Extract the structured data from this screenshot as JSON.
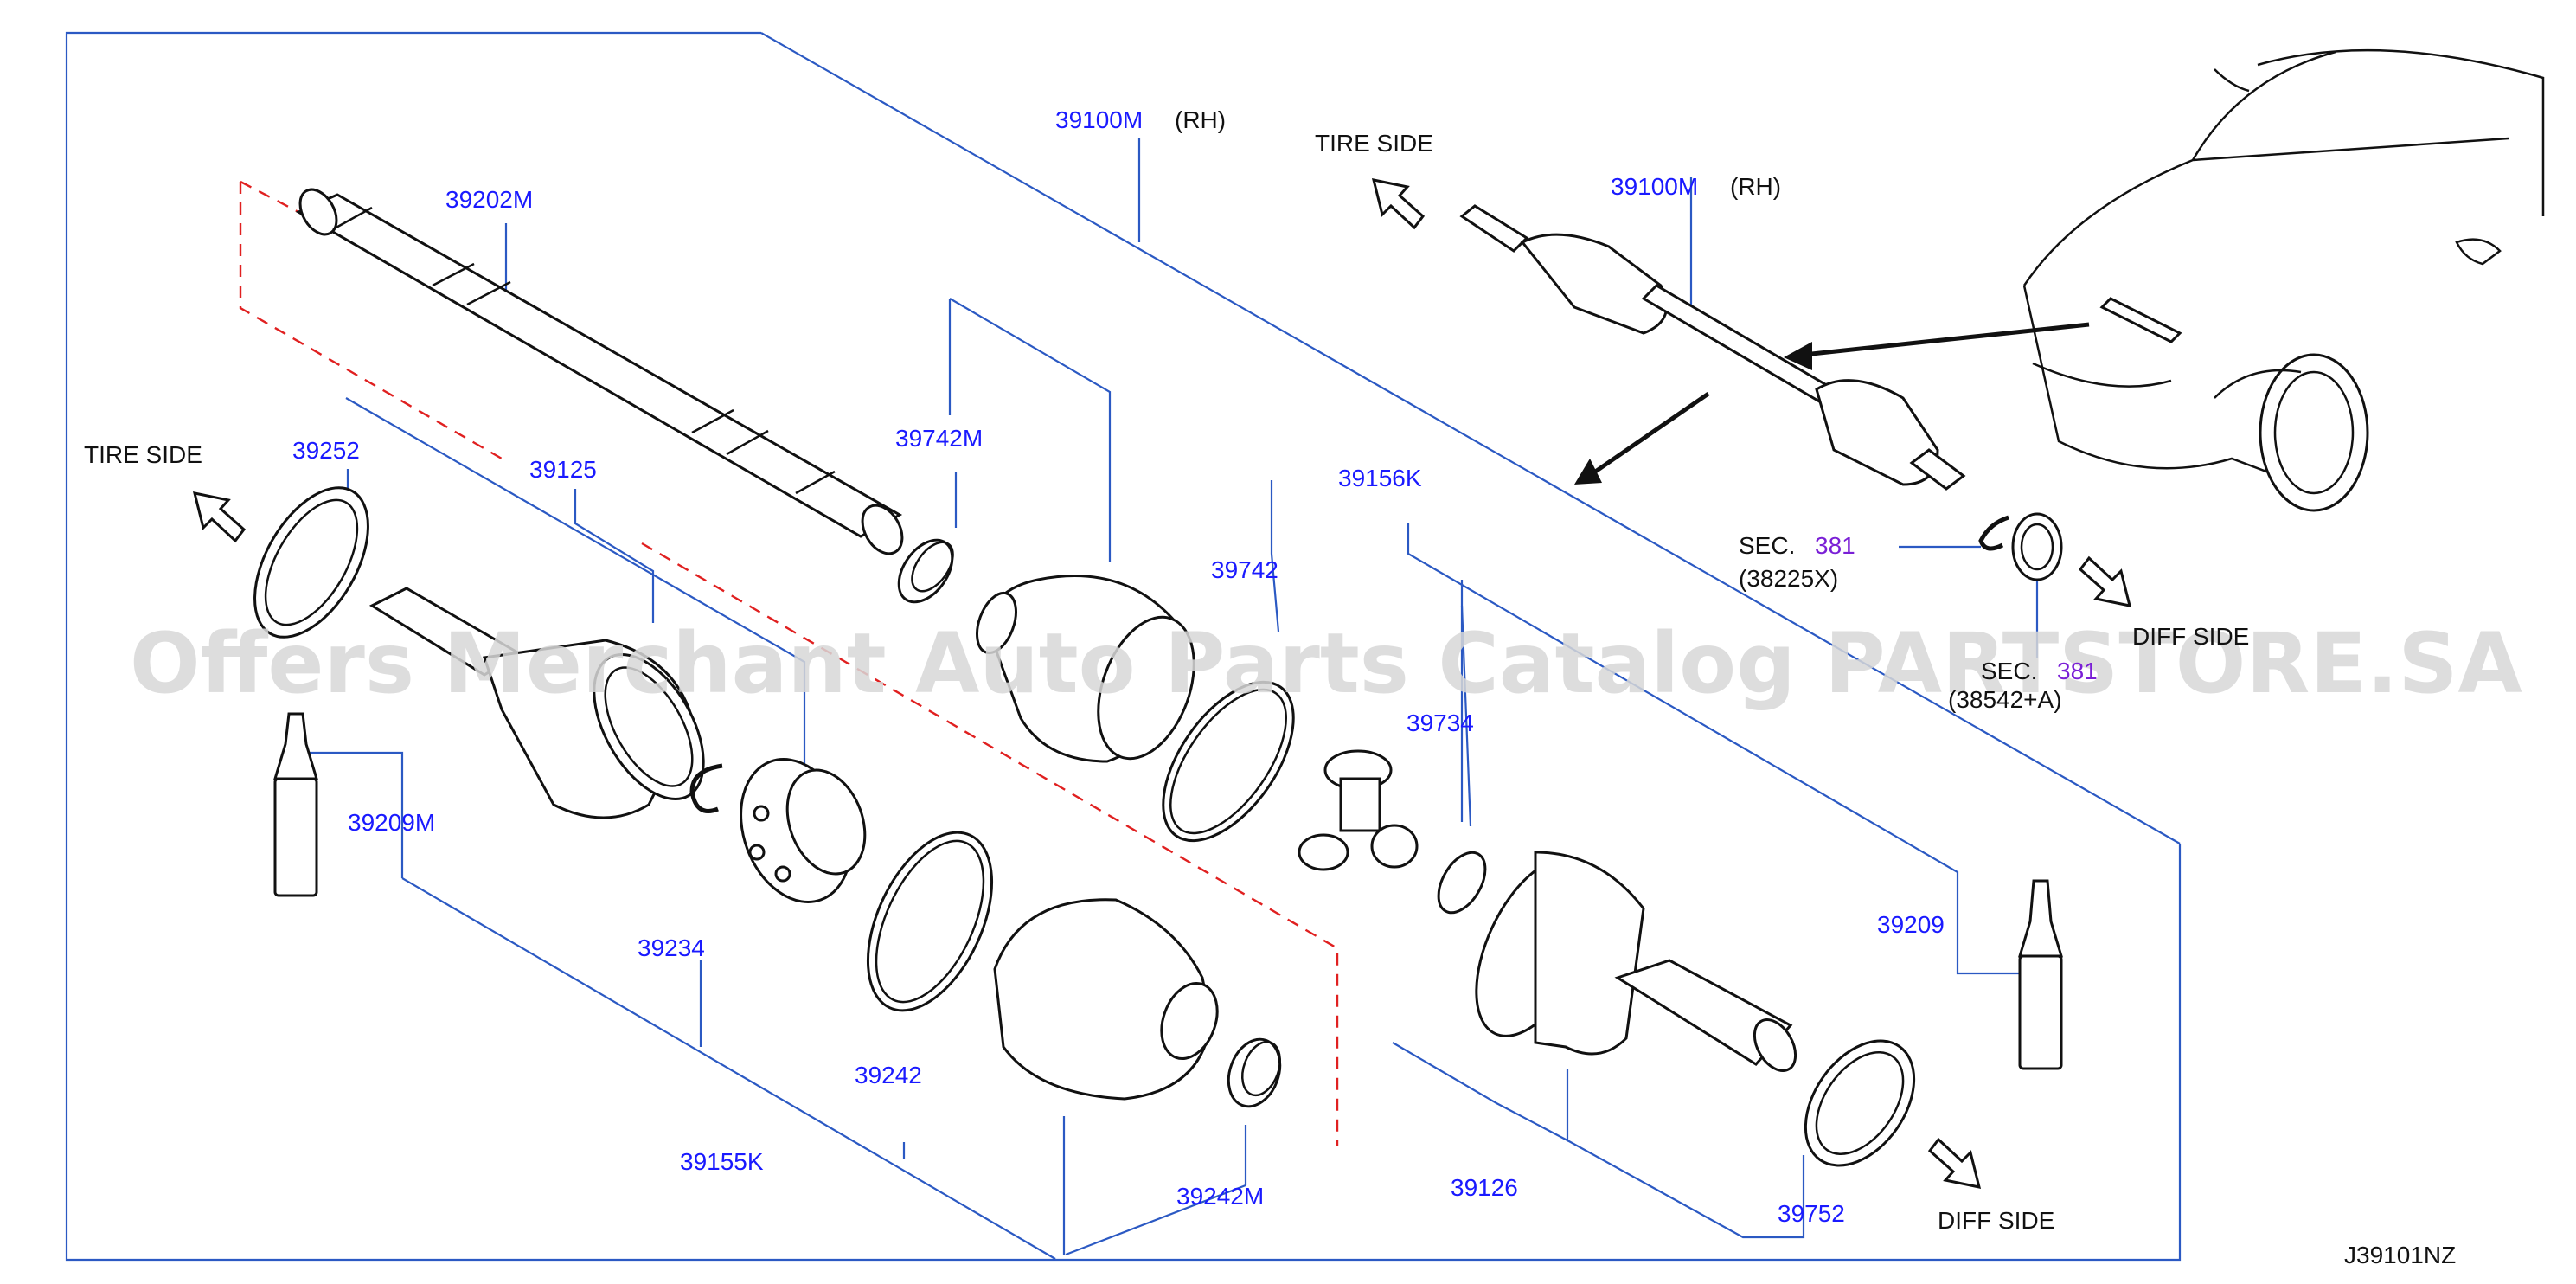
{
  "diagram_code": "J39101NZ",
  "watermark": "Offers Merchant Auto Parts Catalog PARTSTORE.SA",
  "side_labels": {
    "tire_side": "TIRE   SIDE",
    "diff_side": "DIFF   SIDE",
    "diff_side_partial": "DIFF  SIDE"
  },
  "callouts": {
    "p39100M_main": "39100M",
    "rh_main": "(RH)",
    "p39100M_inset": "39100M",
    "rh_inset": "(RH)",
    "p39202M": "39202M",
    "p39252": "39252",
    "p39125": "39125",
    "p39742M": "39742M",
    "p39742": "39742",
    "p39156K": "39156K",
    "p39734": "39734",
    "p39209M": "39209M",
    "p39234": "39234",
    "p39242": "39242",
    "p39155K": "39155K",
    "p39242M": "39242M",
    "p39126": "39126",
    "p39752": "39752",
    "p39209": "39209"
  },
  "sections": {
    "sec1_prefix": "SEC.",
    "sec1_num": "381",
    "sec1_sub": "(38225X)",
    "sec2_prefix": "SEC.",
    "sec2_num": "381",
    "sec2_sub": "(38542+A)"
  }
}
